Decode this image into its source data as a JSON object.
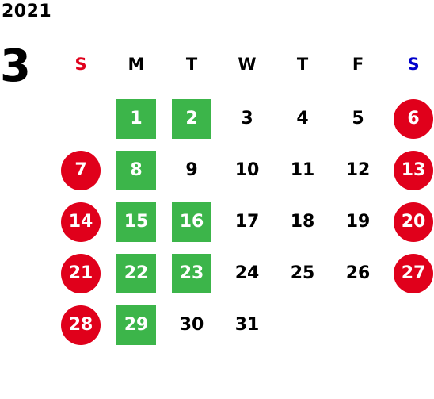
{
  "calendar": {
    "year": "2021",
    "month": "3",
    "weekdays": [
      {
        "label": "S",
        "color": "#e0001b"
      },
      {
        "label": "M",
        "color": "#000000"
      },
      {
        "label": "T",
        "color": "#000000"
      },
      {
        "label": "W",
        "color": "#000000"
      },
      {
        "label": "T",
        "color": "#000000"
      },
      {
        "label": "F",
        "color": "#000000"
      },
      {
        "label": "S",
        "color": "#0000cc"
      }
    ],
    "colors": {
      "weekend_circle": "#e0001b",
      "highlight_square": "#3cb54a",
      "text": "#000000"
    },
    "weeks": [
      [
        {
          "day": "",
          "style": "empty"
        },
        {
          "day": "1",
          "style": "highlight"
        },
        {
          "day": "2",
          "style": "highlight"
        },
        {
          "day": "3",
          "style": "normal"
        },
        {
          "day": "4",
          "style": "normal"
        },
        {
          "day": "5",
          "style": "normal"
        },
        {
          "day": "6",
          "style": "saturday"
        }
      ],
      [
        {
          "day": "7",
          "style": "sunday"
        },
        {
          "day": "8",
          "style": "highlight"
        },
        {
          "day": "9",
          "style": "normal"
        },
        {
          "day": "10",
          "style": "normal"
        },
        {
          "day": "11",
          "style": "normal"
        },
        {
          "day": "12",
          "style": "normal"
        },
        {
          "day": "13",
          "style": "saturday"
        }
      ],
      [
        {
          "day": "14",
          "style": "sunday"
        },
        {
          "day": "15",
          "style": "highlight"
        },
        {
          "day": "16",
          "style": "highlight"
        },
        {
          "day": "17",
          "style": "normal"
        },
        {
          "day": "18",
          "style": "normal"
        },
        {
          "day": "19",
          "style": "normal"
        },
        {
          "day": "20",
          "style": "saturday"
        }
      ],
      [
        {
          "day": "21",
          "style": "sunday"
        },
        {
          "day": "22",
          "style": "highlight"
        },
        {
          "day": "23",
          "style": "highlight"
        },
        {
          "day": "24",
          "style": "normal"
        },
        {
          "day": "25",
          "style": "normal"
        },
        {
          "day": "26",
          "style": "normal"
        },
        {
          "day": "27",
          "style": "saturday"
        }
      ],
      [
        {
          "day": "28",
          "style": "sunday"
        },
        {
          "day": "29",
          "style": "highlight"
        },
        {
          "day": "30",
          "style": "normal"
        },
        {
          "day": "31",
          "style": "normal"
        },
        {
          "day": "",
          "style": "empty"
        },
        {
          "day": "",
          "style": "empty"
        },
        {
          "day": "",
          "style": "empty"
        }
      ]
    ]
  }
}
